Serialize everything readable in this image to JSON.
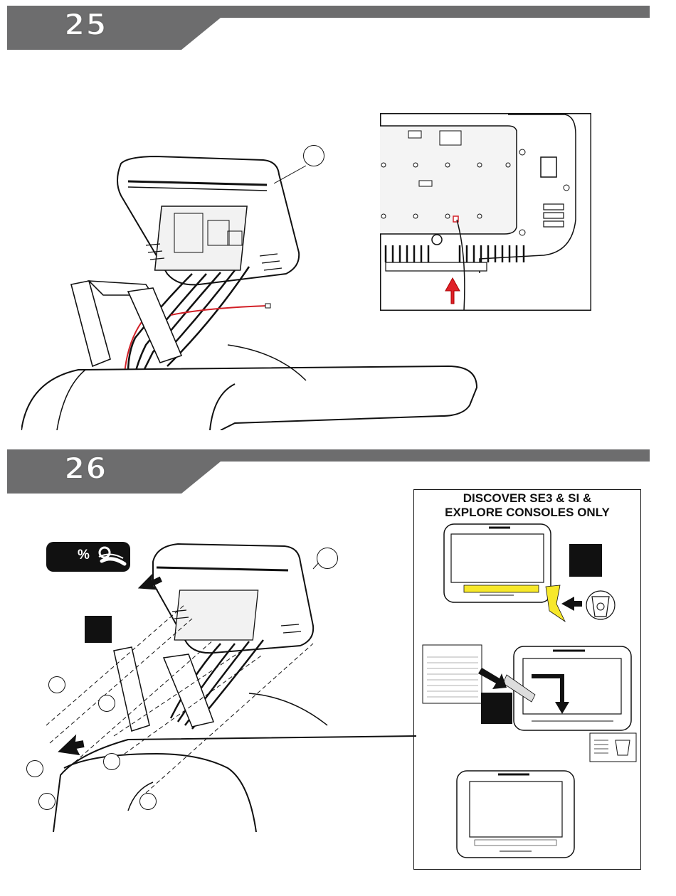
{
  "steps": [
    {
      "number": "25"
    },
    {
      "number": "26"
    }
  ],
  "torque_badge": {
    "unit": "%",
    "value": ""
  },
  "note_box": {
    "title_line1": "DISCOVER SE3 & SI &",
    "title_line2": "EXPLORE CONSOLES  ONLY"
  },
  "colors": {
    "banner": "#6d6d6e",
    "cable_red": "#d21f26",
    "arrow_red": "#e02028"
  },
  "icons": [
    "recycle-bin-icon",
    "wrench-icon",
    "arrow-icon"
  ]
}
